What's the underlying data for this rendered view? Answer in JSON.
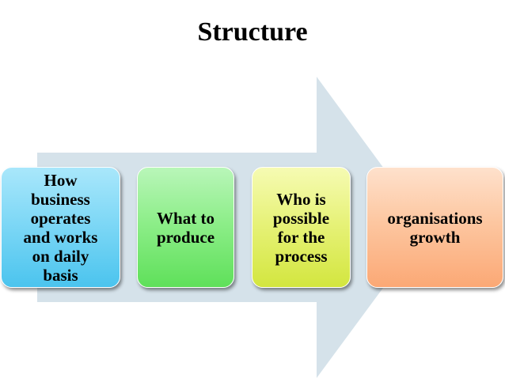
{
  "title": "Structure",
  "colors": {
    "arrow": "#d5e2ea",
    "box1": "#7fd8f6",
    "box2": "#8eee8a",
    "box3": "#e7f27a",
    "box4": "#fdc7a1"
  },
  "steps": [
    {
      "text": "How\nbusiness\noperates\nand works\non daily\nbasis"
    },
    {
      "text": "What to\nproduce"
    },
    {
      "text": "Who is\npossible\nfor the\nprocess"
    },
    {
      "text": "organisations\ngrowth"
    }
  ]
}
